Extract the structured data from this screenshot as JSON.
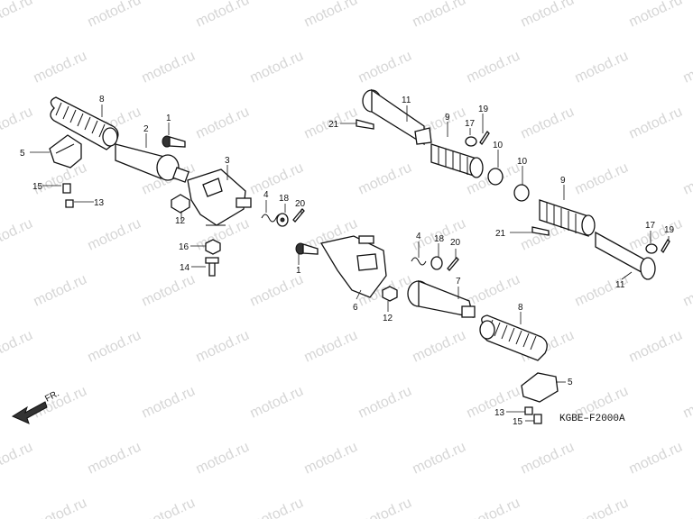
{
  "watermark": "motod.ru",
  "diagram_code": "KGBE–F2000A",
  "front_label": "FR.",
  "callouts": {
    "c1a": "1",
    "c1b": "1",
    "c2": "2",
    "c3": "3",
    "c4a": "4",
    "c4b": "4",
    "c5a": "5",
    "c5b": "5",
    "c6": "6",
    "c7": "7",
    "c8a": "8",
    "c8b": "8",
    "c9a": "9",
    "c9b": "9",
    "c10a": "10",
    "c10b": "10",
    "c11a": "11",
    "c11b": "11",
    "c12a": "12",
    "c12b": "12",
    "c13a": "13",
    "c13b": "13",
    "c14": "14",
    "c15a": "15",
    "c15b": "15",
    "c16": "16",
    "c17a": "17",
    "c17b": "17",
    "c18a": "18",
    "c18b": "18",
    "c19a": "19",
    "c19b": "19",
    "c20a": "20",
    "c20b": "20",
    "c21a": "21",
    "c21b": "21"
  }
}
